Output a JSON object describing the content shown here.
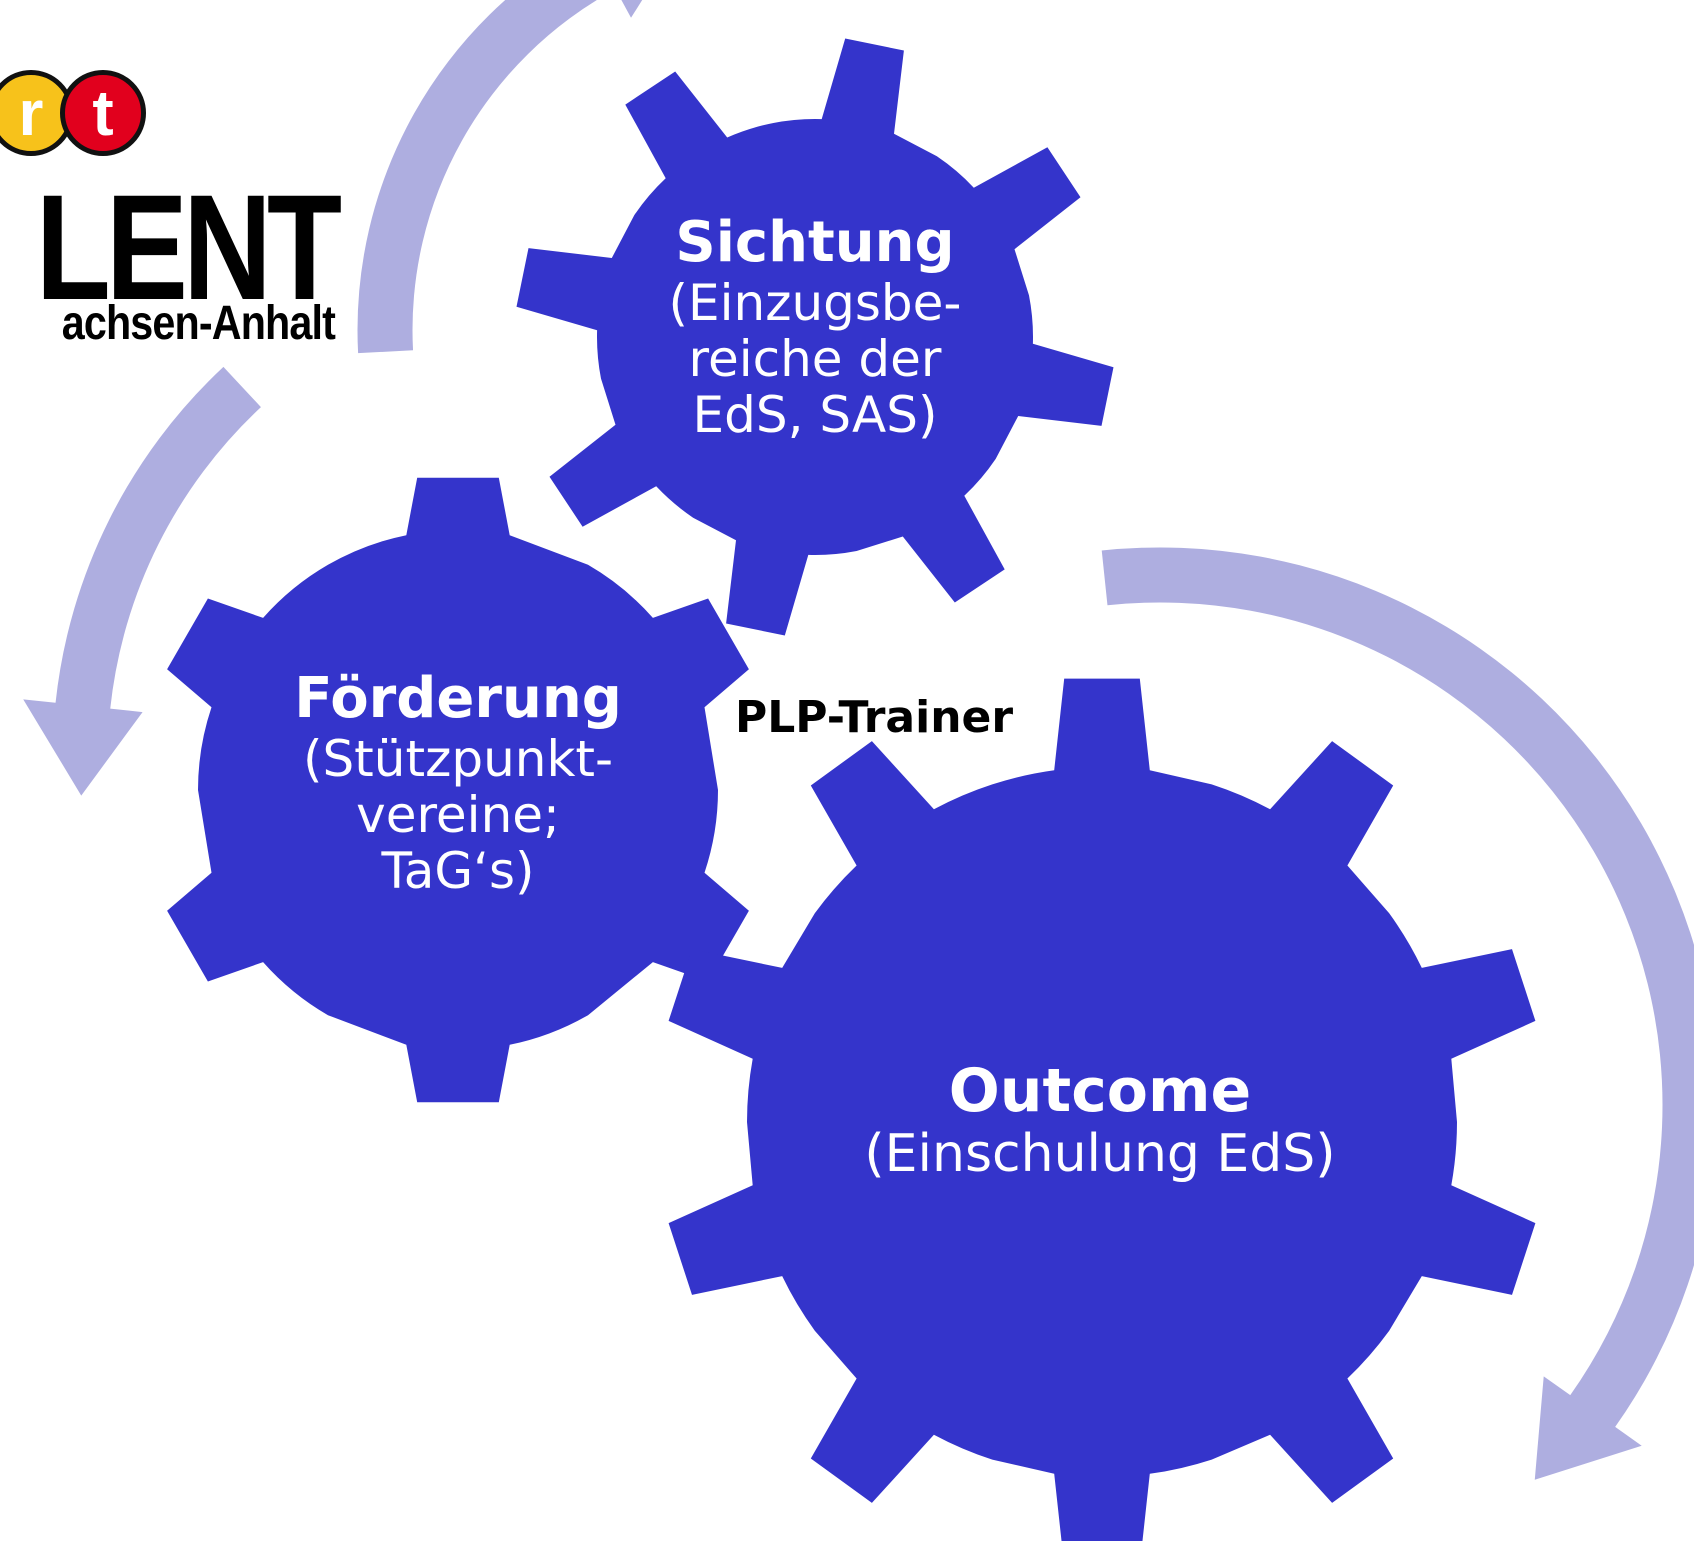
{
  "logo": {
    "letters": [
      "r",
      "t"
    ],
    "letter_colors": [
      "#f7c21b",
      "#e1001d"
    ],
    "word": "LENT",
    "region": "achsen-Anhalt"
  },
  "colors": {
    "gear": "#3434cb",
    "arrow": "#aeaee0",
    "label": "#ffffff"
  },
  "gears": {
    "sichtung": {
      "title": "Sichtung",
      "sub": "(Einzugsbe-\nreiche der\nEdS, SAS)"
    },
    "foerderung": {
      "title": "Förderung",
      "sub": "(Stützpunkt-\nvereine;\nTaG‘s)"
    },
    "outcome": {
      "title": "Outcome",
      "sub": "(Einschulung EdS)"
    }
  },
  "connector_label": "PLP-Trainer",
  "icons": [
    "cycle-arrow-icon",
    "gear-icon"
  ]
}
